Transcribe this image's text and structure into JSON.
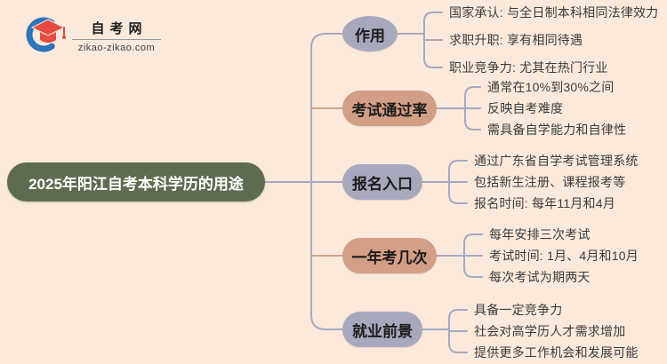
{
  "logo": {
    "site_name": "自考网",
    "site_url": "zikao-zikao.com"
  },
  "title": "2025年阳江自考本科学历的用途",
  "branches": [
    {
      "label": "作用",
      "color": "#a8a8bd",
      "leaves": [
        "国家承认: 与全日制本科相同法律效力",
        "求职升职: 享有相同待遇",
        "职业竞争力: 尤其在热门行业"
      ]
    },
    {
      "label": "考试通过率",
      "color": "#d39e86",
      "leaves": [
        "通常在10%到30%之间",
        "反映自考难度",
        "需具备自学能力和自律性"
      ]
    },
    {
      "label": "报名入口",
      "color": "#a8a8bd",
      "leaves": [
        "通过广东省自学考试管理系统",
        "包括新生注册、课程报考等",
        "报名时间: 每年11月和4月"
      ]
    },
    {
      "label": "一年考几次",
      "color": "#d39e86",
      "leaves": [
        "每年安排三次考试",
        "考试时间: 1月、4月和10月",
        "每次考试为期两天"
      ]
    },
    {
      "label": "就业前景",
      "color": "#a8a8bd",
      "leaves": [
        "具备一定竞争力",
        "社会对高学历人才需求增加",
        "提供更多工作机会和发展可能"
      ]
    }
  ],
  "colors": {
    "background": "#fbe9dc",
    "title_fill": "#5f6b51",
    "title_text": "#ffffff",
    "node_lavender": "#a8a8bd",
    "node_tan": "#d39e86",
    "line_gray": "#a6aabe",
    "line_salmon": "#d2a48b",
    "leaf_text": "#3c3c3c",
    "logo_blue": "#2e74b8",
    "logo_red": "#e64a41"
  }
}
